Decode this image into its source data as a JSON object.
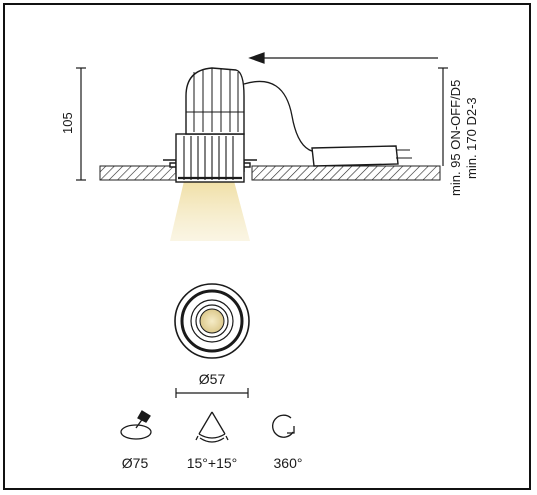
{
  "dimensions": {
    "height": "105",
    "min_height_on_off": "min. 95 ON-OFF/D5",
    "min_height_dali": "min. 170 D2-3",
    "diameter_face": "Ø57"
  },
  "specs": {
    "cutout": "Ø75",
    "beam_angle": "15°+15°",
    "rotation": "360°"
  },
  "icons": {
    "cutout": "ceiling-cutout-icon",
    "beam": "beam-angle-icon",
    "rotation": "rotation-icon"
  },
  "colors": {
    "light_beam": "#f3e6b8",
    "lens": "#f1e2ae",
    "line": "#1a1a1a"
  }
}
